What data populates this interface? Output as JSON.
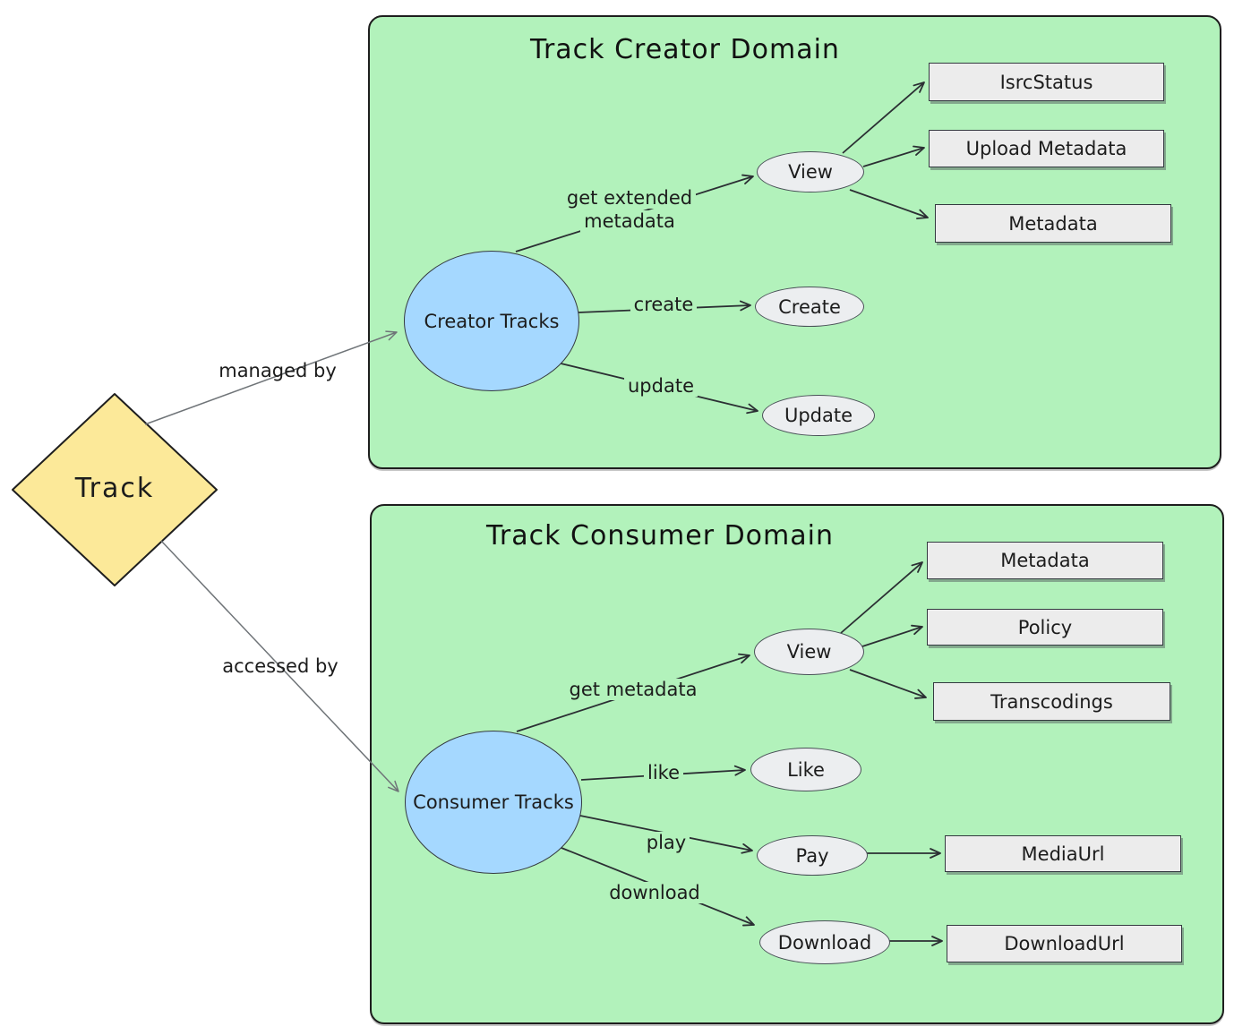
{
  "diagram": {
    "entity": {
      "label": "Track"
    },
    "edges": {
      "managed_by": "managed by",
      "accessed_by": "accessed by"
    },
    "creator": {
      "title": "Track Creator Domain",
      "actor": "Creator Tracks",
      "edge_get_extended_line1": "get extended",
      "edge_get_extended_line2": "metadata",
      "edge_create": "create",
      "edge_update": "update",
      "uc_view": "View",
      "uc_create": "Create",
      "uc_update": "Update",
      "box_isrcstatus": "IsrcStatus",
      "box_upload_metadata": "Upload Metadata",
      "box_metadata": "Metadata"
    },
    "consumer": {
      "title": "Track Consumer Domain",
      "actor": "Consumer Tracks",
      "edge_get_metadata": "get metadata",
      "edge_like": "like",
      "edge_play": "play",
      "edge_download": "download",
      "uc_view": "View",
      "uc_like": "Like",
      "uc_pay": "Pay",
      "uc_download": "Download",
      "box_metadata": "Metadata",
      "box_policy": "Policy",
      "box_transcodings": "Transcodings",
      "box_mediaurl": "MediaUrl",
      "box_downloadurl": "DownloadUrl"
    },
    "colors": {
      "domain_fill": "#b2f2bb",
      "domain_border": "#1e1e1e",
      "entity_fill": "#fce999",
      "actor_fill": "#a5d8ff",
      "usecase_fill": "#eceef0",
      "artifact_fill": "#ececec",
      "edge_dark": "#2b2f33",
      "edge_gray": "#6f7478",
      "text": "#1c1c1c"
    }
  }
}
